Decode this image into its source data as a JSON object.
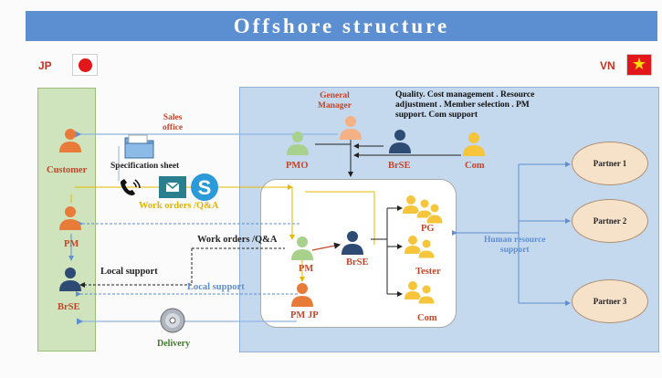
{
  "title": "Offshore structure",
  "jp_label": "JP",
  "vn_label": "VN",
  "labels": {
    "sales_office": [
      "Sales",
      "office"
    ],
    "general_manager": [
      "General",
      "Manager"
    ],
    "quality_note": "Quality. Cost management . Resource adjustment . Member selection . PM support. Com support",
    "customer": "Customer",
    "specification_sheet": "Specification sheet",
    "work_orders_qa_top": "Work orders /Q&A",
    "work_orders_qa_mid": "Work orders /Q&A",
    "pm_jp_side": "PM",
    "brse_jp_side": "BrSE",
    "local_support_black": "Local support",
    "local_support_blue": "Local support",
    "pmo": "PMO",
    "brse_top": "BrSE",
    "com_top": "Com",
    "pm_vn": "PM",
    "brse_vn": "BrSE",
    "pm_jp": "PM JP",
    "pg": "PG",
    "tester": "Tester",
    "com_team": "Com",
    "delivery": "Delivery",
    "human_resource_support": [
      "Human resource",
      "support"
    ],
    "partner_1": "Partner 1",
    "partner_2": "Partner 2",
    "partner_3": "Partner 3"
  },
  "colors": {
    "title_bar": "#5b8fd1",
    "jp_panel": "#cfe3bd",
    "vn_panel": "#c4d8ee",
    "orange_person": "#e97b3a",
    "navy_person": "#2e4b74",
    "green_person": "#a9d18e",
    "yellow_person": "#f6c53b",
    "peach_person": "#f4b183",
    "partner_fill": "#f6e1c9"
  },
  "icons": [
    "phone-icon",
    "mail-icon",
    "skype-icon",
    "folder-icon",
    "disc-icon",
    "vietnam-star-icon",
    "japan-sun-icon"
  ]
}
